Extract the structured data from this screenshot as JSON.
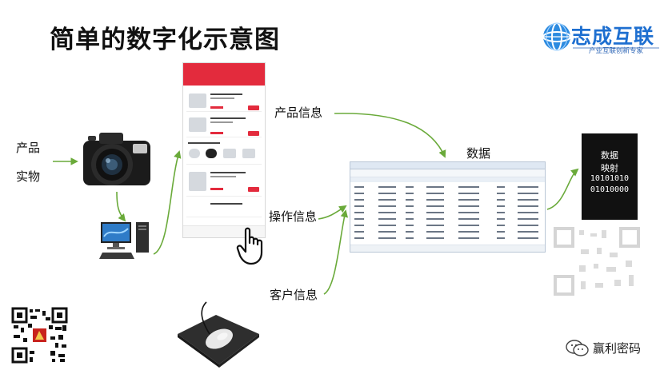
{
  "title": "简单的数字化示意图",
  "logo": {
    "name": "志成互联",
    "slogan": "产业互联创新专家"
  },
  "labels": {
    "product_physical_1": "产品",
    "product_physical_2": "实物",
    "product_info": "产品信息",
    "operation_info": "操作信息",
    "customer_info": "客户信息",
    "data": "数据"
  },
  "chip": {
    "line1": "数据",
    "line2": "映射",
    "line3": "10101010",
    "line4": "01010000"
  },
  "wechat": {
    "name": "赢利密码"
  },
  "colors": {
    "arrow": "#6aaa3a",
    "brand_blue": "#1e6fd0",
    "phone_red": "#e32b3d",
    "chip_bg": "#111111"
  }
}
